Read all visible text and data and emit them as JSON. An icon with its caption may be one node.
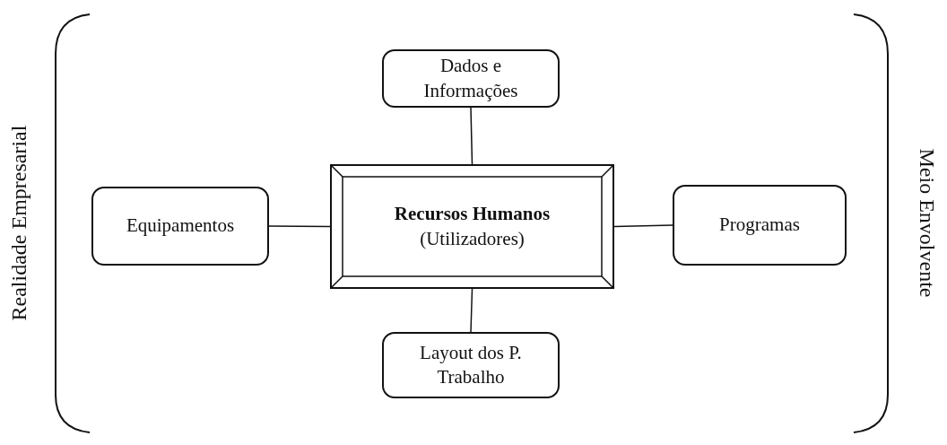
{
  "diagram": {
    "nodes": [
      {
        "text": [
          "Recursos Humanos",
          "(Utilizadores)"
        ]
      },
      {
        "text": [
          "Dados e Informações"
        ]
      },
      {
        "text": [
          "Equipamentos"
        ]
      },
      {
        "text": [
          "Programas"
        ]
      },
      {
        "text": [
          "Layout dos P. Trabalho"
        ]
      }
    ],
    "edges": [
      {
        "from": 0,
        "to": 1,
        "arrow": "none"
      },
      {
        "from": 2,
        "to": 0,
        "arrow": "none"
      },
      {
        "from": 0,
        "to": 3,
        "arrow": "none"
      },
      {
        "from": 0,
        "to": 4,
        "arrow": "none"
      }
    ],
    "labels": [
      "Realidade Empresarial",
      "Meio Envolvente"
    ]
  }
}
